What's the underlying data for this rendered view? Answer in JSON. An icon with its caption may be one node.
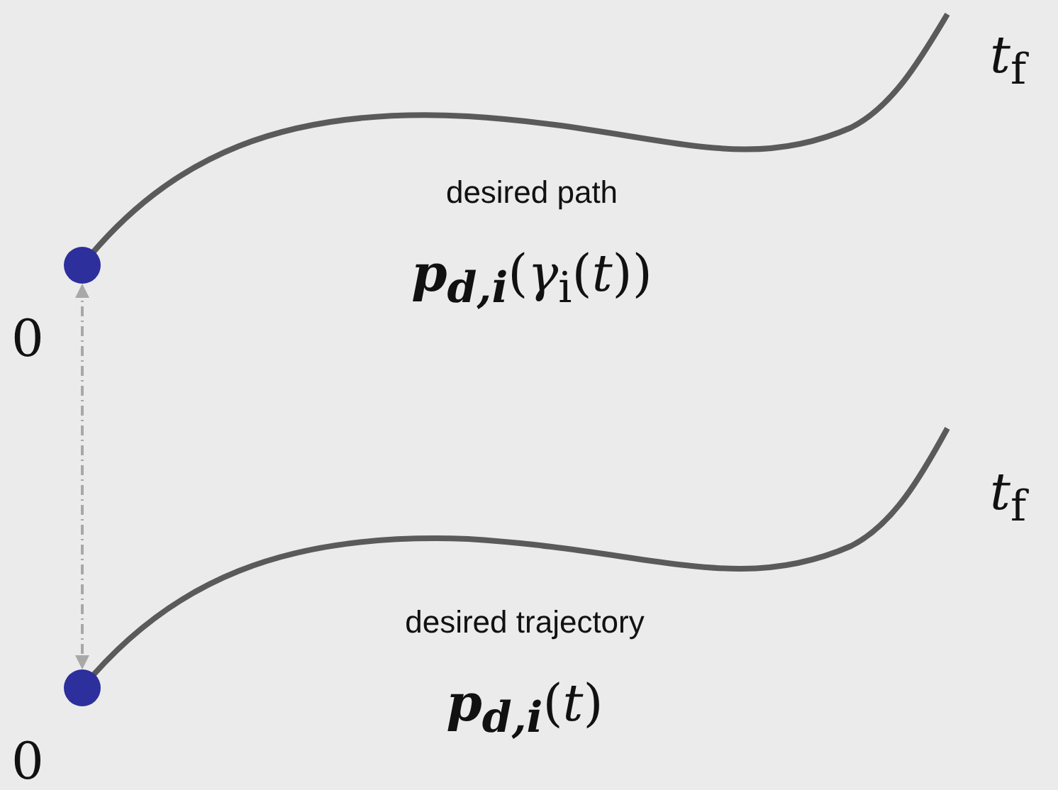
{
  "diagram": {
    "nodes": [
      {
        "text": [],
        "shape": "circle"
      },
      {
        "text": [],
        "shape": "circle"
      }
    ],
    "edges": [
      {
        "from": 0,
        "to": 1,
        "arrow": "both",
        "style": "dashed",
        "color": "#a8a8a8"
      }
    ],
    "labels": [
      "*t*$_{f}$",
      "desired path",
      "**p**$_{d,i}$(*γ*$_{i}$(*t*))",
      "0",
      "*t*$_{f}$",
      "desired trajectory",
      "**p**$_{d,i}$(*t*)",
      "0"
    ]
  }
}
